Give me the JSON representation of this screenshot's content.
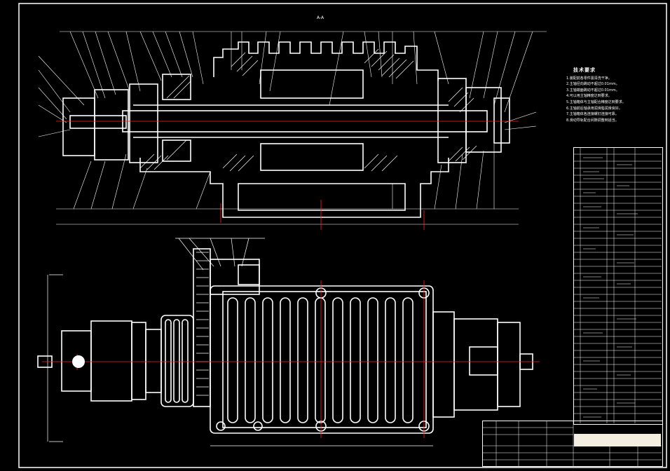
{
  "drawing": {
    "section_label": "A-A",
    "colors": {
      "background": "#000000",
      "lines": "#ffffff",
      "centerline": "#ff2020",
      "title_fill": "#f2eee0"
    }
  },
  "technical_requirements": {
    "title": "技术要求",
    "items": [
      "1.装配前各零件需清洗干净。",
      "2.主轴径向跳动不超过0.01mm。",
      "3.主轴端面跳动不超过0.01mm。",
      "4.可以用主轴精度达到要求。",
      "5.主轴箱体与主轴配合精度达到要求。",
      "6.主轴前后轴承用润滑脂润滑良好。",
      "7.主轴箱体各连接螺钉连接可靠。",
      "8.滑动导轨配合间隙调整到适当。"
    ]
  },
  "bom": {
    "rows": 40
  },
  "title_block": {
    "rows": 6
  }
}
